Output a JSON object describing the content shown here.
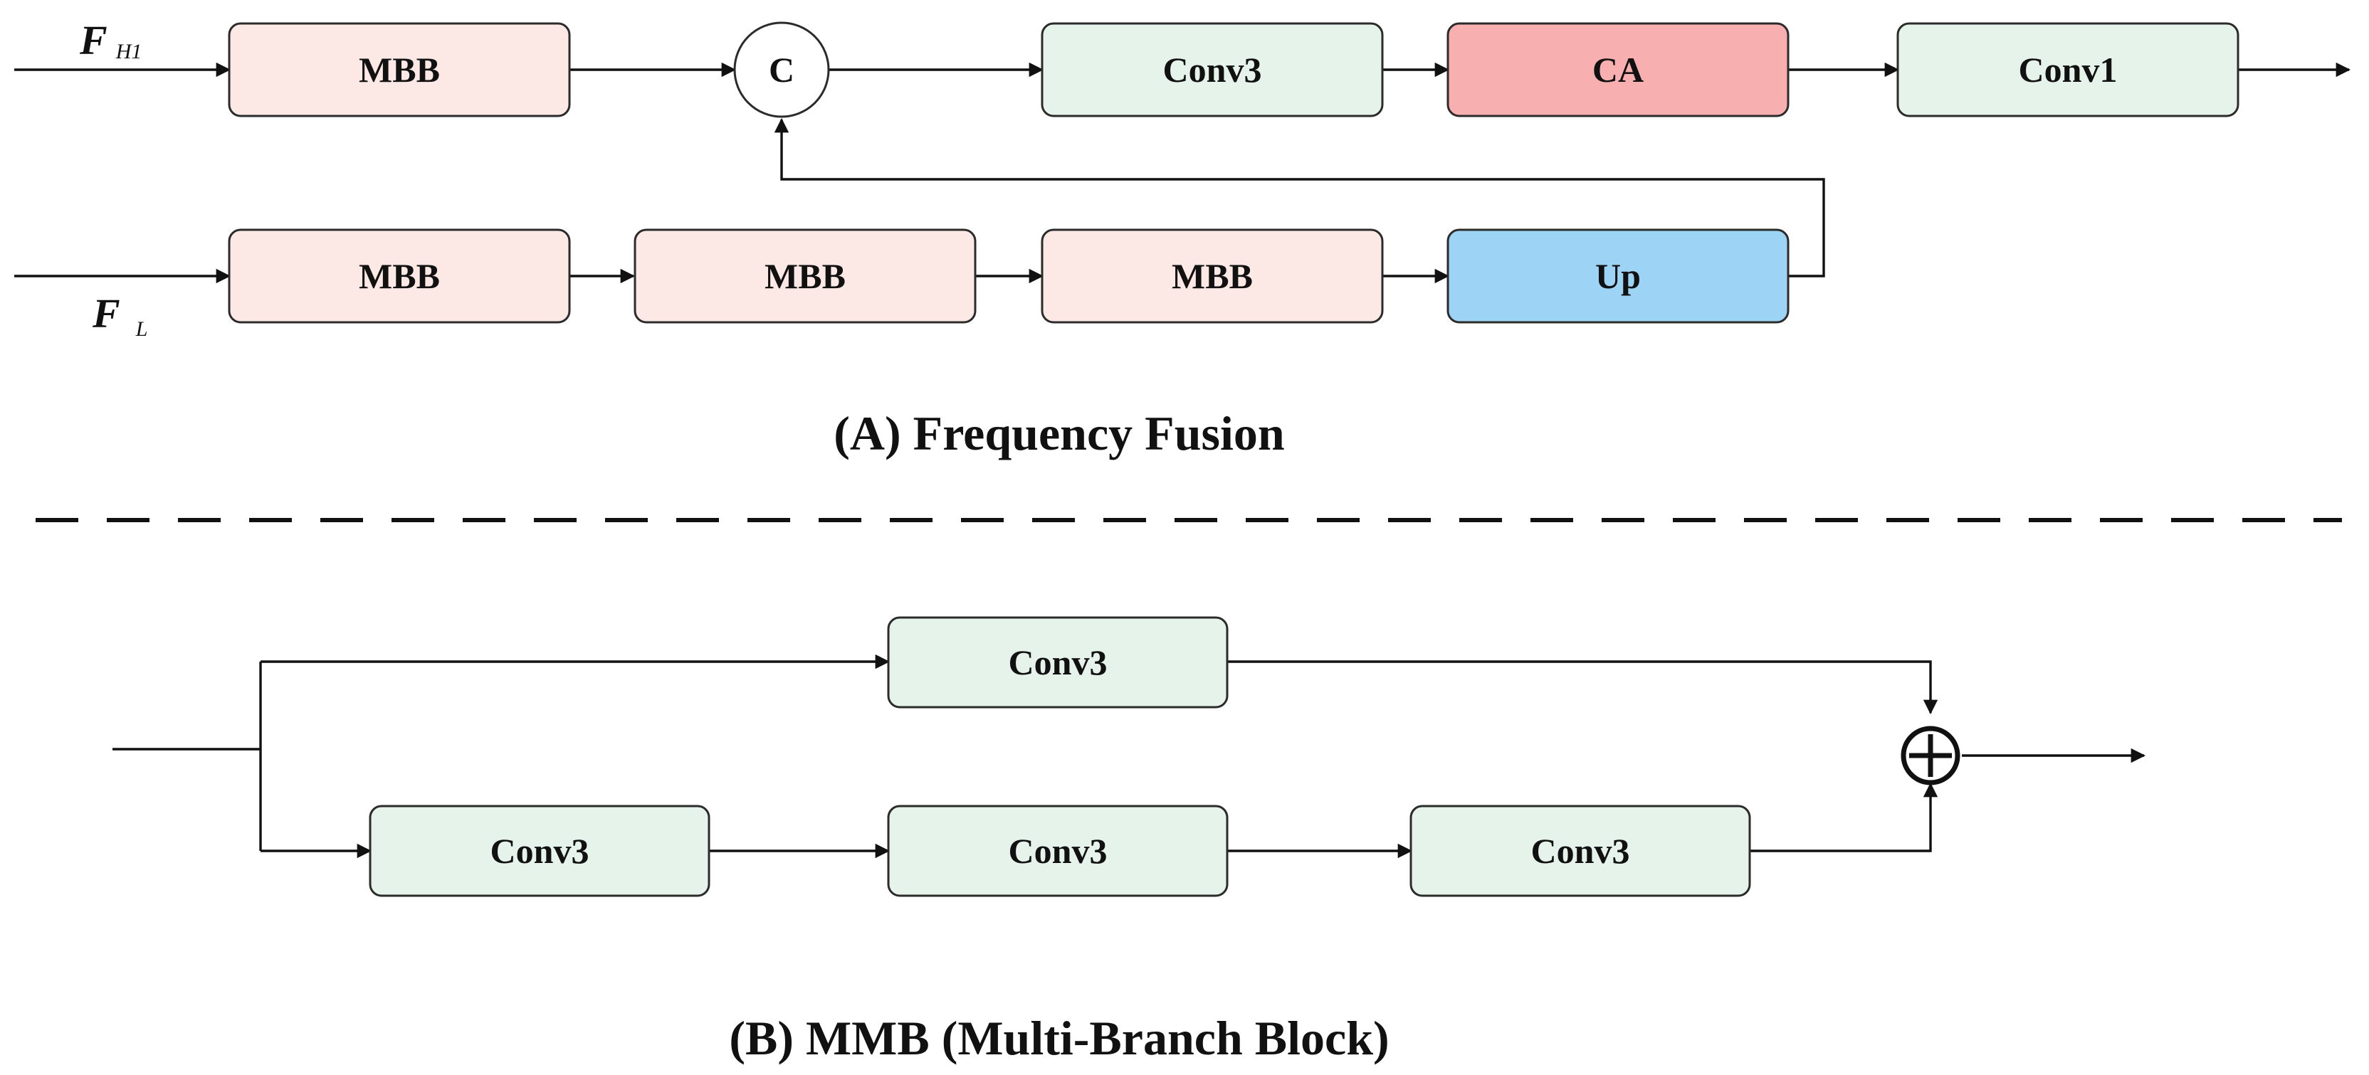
{
  "frequency_fusion": {
    "inputs": {
      "high": {
        "symbol": "F",
        "subscript": "H1"
      },
      "low": {
        "symbol": "F",
        "subscript": "L"
      }
    },
    "top_row": {
      "mbb": "MBB",
      "concat": "C",
      "conv3": "Conv3",
      "ca": "CA",
      "conv1": "Conv1"
    },
    "bottom_row": {
      "mbb_1": "MBB",
      "mbb_2": "MBB",
      "mbb_3": "MBB",
      "up": "Up"
    },
    "caption": "(A)  Frequency  Fusion"
  },
  "multi_branch_block": {
    "top_branch": {
      "conv3": "Conv3"
    },
    "bottom_branch": {
      "conv3_1": "Conv3",
      "conv3_2": "Conv3",
      "conv3_3": "Conv3"
    },
    "sum_symbol": "⊕",
    "caption": "(B)  MMB (Multi-Branch Block)"
  },
  "colors": {
    "mbb_fill": "#FCE8E4",
    "conv_fill": "#E6F3EA",
    "ca_fill": "#F8AFAF",
    "up_fill": "#9DD3F4",
    "line": "#111111"
  }
}
